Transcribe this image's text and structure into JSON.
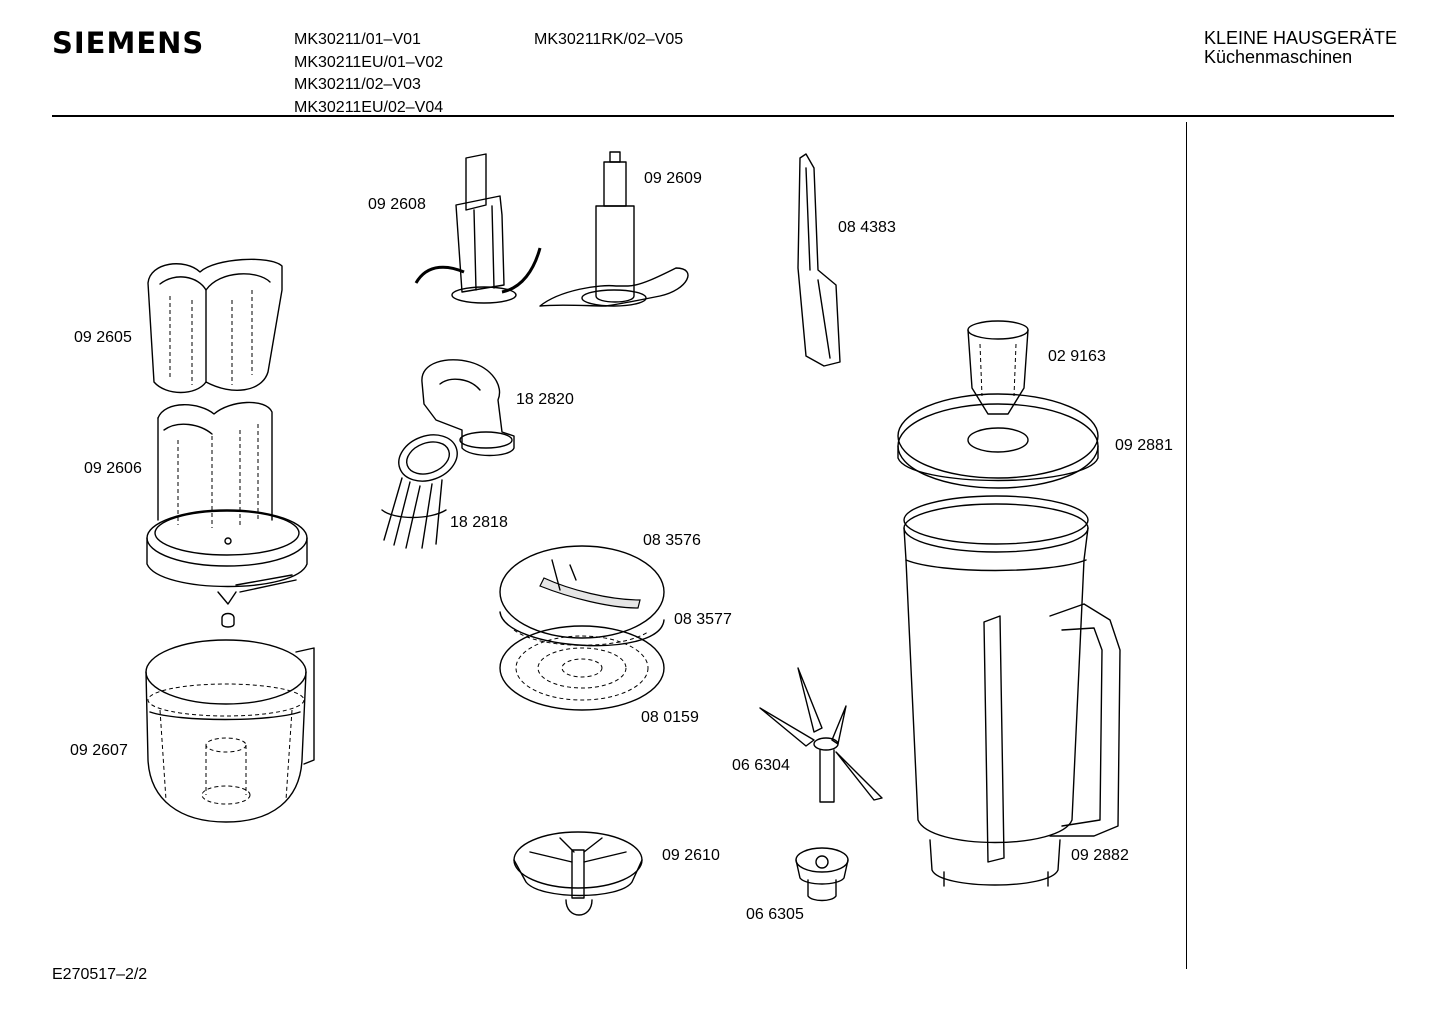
{
  "header": {
    "brand": "SIEMENS",
    "models_col1": [
      "MK30211/01–V01",
      "MK30211EU/01–V02",
      "MK30211/02–V03",
      "MK30211EU/02–V04"
    ],
    "models_col2": [
      "MK30211RK/02–V05"
    ],
    "category": "KLEINE HAUSGERÄTE",
    "subcategory": "Küchenmaschinen"
  },
  "parts": [
    {
      "id": "092605",
      "label": "09 2605"
    },
    {
      "id": "092606",
      "label": "09 2606"
    },
    {
      "id": "092607",
      "label": "09 2607"
    },
    {
      "id": "092608",
      "label": "09 2608"
    },
    {
      "id": "092609",
      "label": "09 2609"
    },
    {
      "id": "084383",
      "label": "08 4383"
    },
    {
      "id": "182820",
      "label": "18 2820"
    },
    {
      "id": "182818",
      "label": "18 2818"
    },
    {
      "id": "083576",
      "label": "08 3576"
    },
    {
      "id": "083577",
      "label": "08 3577"
    },
    {
      "id": "080159",
      "label": "08 0159"
    },
    {
      "id": "029163",
      "label": "02 9163"
    },
    {
      "id": "092881",
      "label": "09 2881"
    },
    {
      "id": "066304",
      "label": "06 6304"
    },
    {
      "id": "092610",
      "label": "09 2610"
    },
    {
      "id": "066305",
      "label": "06 6305"
    },
    {
      "id": "092882",
      "label": "09 2882"
    }
  ],
  "footer": {
    "document_id": "E270517–2/2"
  }
}
